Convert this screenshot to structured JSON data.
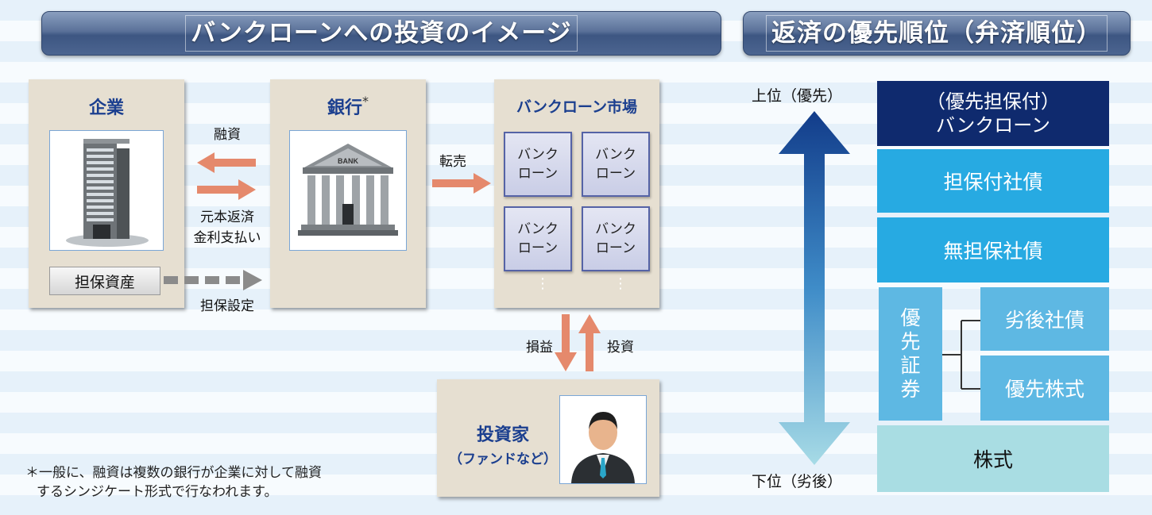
{
  "headers": {
    "left": "バンクローンへの投資のイメージ",
    "right": "返済の優先順位（弁済順位）"
  },
  "company": {
    "title": "企業",
    "collateral": "担保資産"
  },
  "bank": {
    "title": "銀行",
    "asterisk": "*"
  },
  "market": {
    "title": "バンクローン市場",
    "loans": [
      "バンク\nローン",
      "バンク\nローン",
      "バンク\nローン",
      "バンク\nローン"
    ]
  },
  "investor": {
    "title": "投資家",
    "subtitle": "（ファンドなど）"
  },
  "flows": {
    "financing": "融資",
    "repay_line1": "元本返済",
    "repay_line2": "金利支払い",
    "collateral_setup": "担保設定",
    "resale": "転売",
    "profit_loss": "損益",
    "investment": "投資"
  },
  "note": {
    "line1": "＊一般に、融資は複数の銀行が企業に対して融資",
    "line2": "するシンジケート形式で行なわれます。"
  },
  "priority": {
    "top_label": "上位（優先）",
    "bottom_label": "下位（劣後）",
    "senior_loan_line1": "（優先担保付）",
    "senior_loan_line2": "バンクローン",
    "secured_bond": "担保付社債",
    "unsecured_bond": "無担保社債",
    "preferred_securities": [
      "優",
      "先",
      "証",
      "券"
    ],
    "subordinated_bond": "劣後社債",
    "preferred_stock": "優先株式",
    "common_stock": "株式"
  },
  "colors": {
    "navy": "#0f2a6e",
    "blue": "#27aae2",
    "mid_blue": "#5eb8e3",
    "light_teal": "#a9dde3",
    "arrow_salmon": "#e5896c",
    "title_blue": "#1b3f8f"
  }
}
